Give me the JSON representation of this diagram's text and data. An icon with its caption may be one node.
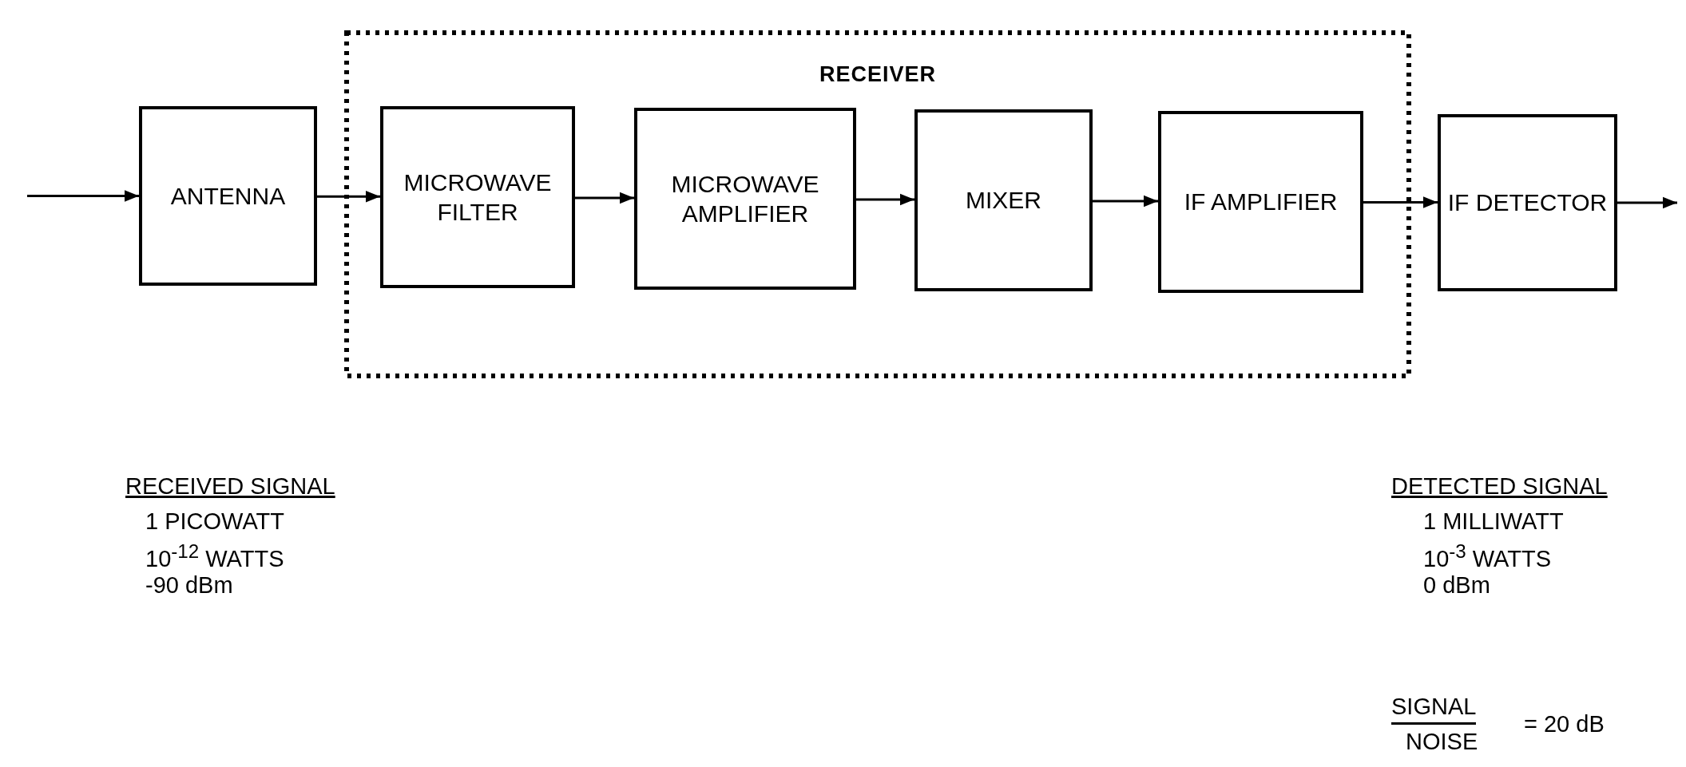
{
  "diagram": {
    "nodes": [
      {
        "text": [
          "RECEIVER"
        ]
      },
      {
        "text": [
          "ANTENNA"
        ]
      },
      {
        "text": [
          "MICROWAVE FILTER"
        ],
        "in": 0
      },
      {
        "text": [
          "MICROWAVE AMPLIFIER"
        ],
        "in": 0
      },
      {
        "text": [
          "MIXER"
        ],
        "in": 0
      },
      {
        "text": [
          "IF AMPLIFIER"
        ],
        "in": 0
      },
      {
        "text": [
          "IF DETECTOR"
        ]
      }
    ],
    "edges": [
      {
        "from": null,
        "to": 1,
        "arrow": "to"
      },
      {
        "from": 1,
        "to": 2,
        "arrow": "to"
      },
      {
        "from": 2,
        "to": 3,
        "arrow": "to"
      },
      {
        "from": 3,
        "to": 4,
        "arrow": "to"
      },
      {
        "from": 4,
        "to": 5,
        "arrow": "to"
      },
      {
        "from": 5,
        "to": 6,
        "arrow": "to"
      },
      {
        "from": 6,
        "to": null,
        "arrow": "to"
      }
    ],
    "labels": [
      "RECEIVED SIGNAL",
      "1 PICOWATT",
      "10$^{-12}$ WATTS",
      "-90  dBm",
      "DETECTED SIGNAL",
      "1  MILLIWATT",
      "10$^{-3}$ WATTS",
      "0 dBm",
      "SIGNAL",
      "NOISE",
      "=  20 dB"
    ]
  }
}
